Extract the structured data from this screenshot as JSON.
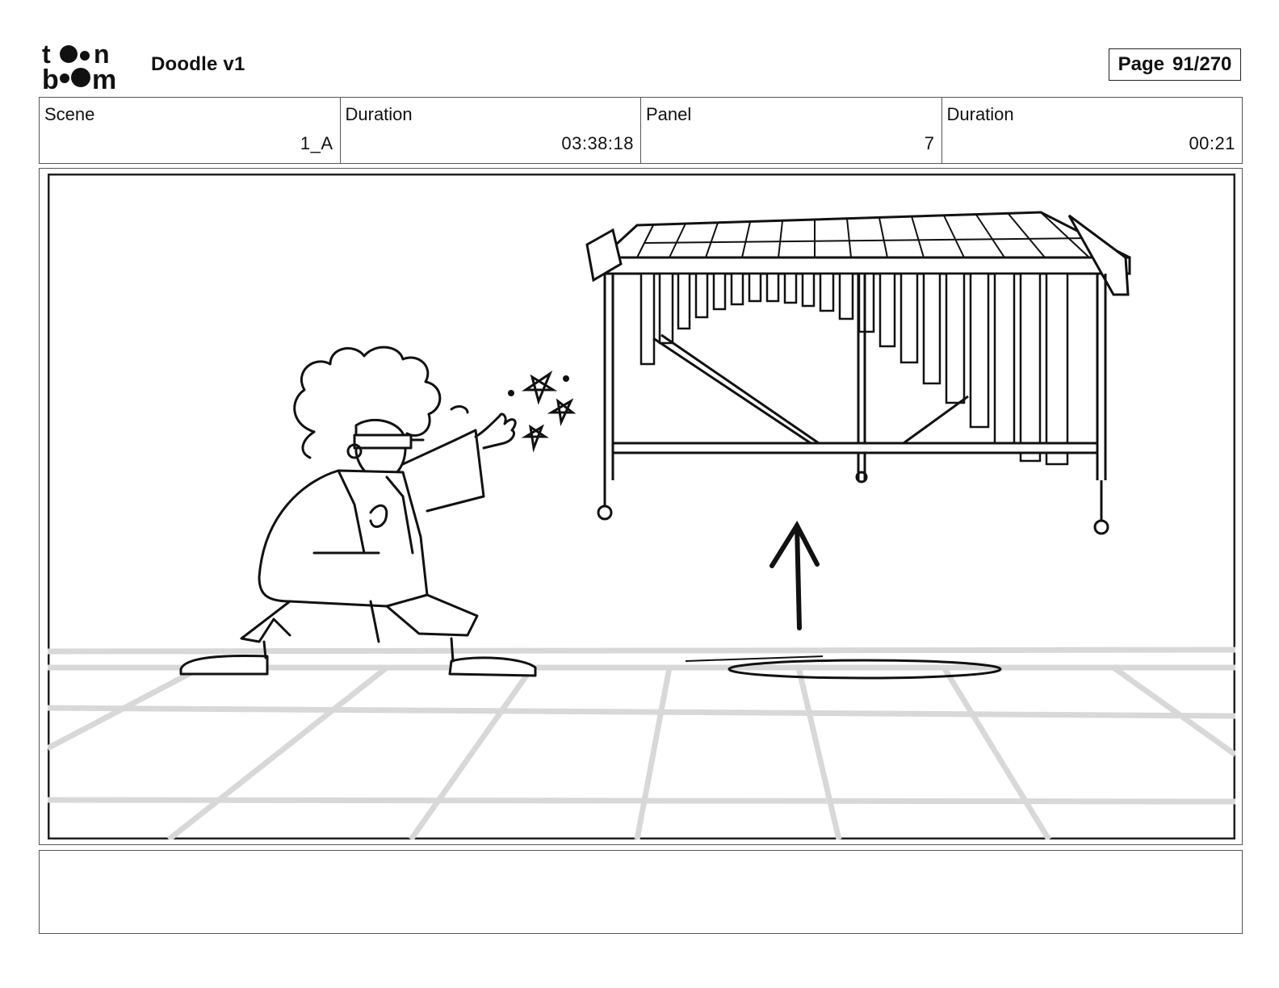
{
  "header": {
    "logo_text": "toon boom",
    "title": "Doodle v1",
    "page_label": "Page",
    "page_number": "91/270"
  },
  "info": [
    {
      "label": "Scene",
      "value": "1_A"
    },
    {
      "label": "Duration",
      "value": "03:38:18"
    },
    {
      "label": "Panel",
      "value": "7"
    },
    {
      "label": "Duration",
      "value": "00:21"
    }
  ],
  "panel": {
    "image": "storyboard-sketch: character with curly hair in coat casting sparkles toward a floating marimba, upward arrow, shadow ellipse on tiled floor"
  },
  "notes": {
    "text": ""
  }
}
